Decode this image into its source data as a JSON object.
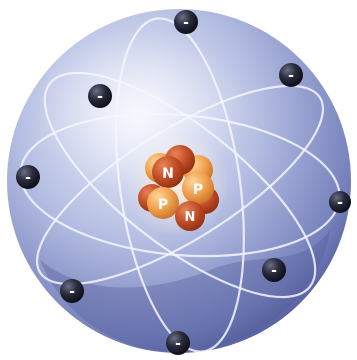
{
  "nucleus": {
    "particles": [
      {
        "symbol": "N",
        "kind": "neutron"
      },
      {
        "symbol": "P",
        "kind": "proton"
      },
      {
        "symbol": "P",
        "kind": "proton"
      },
      {
        "symbol": "N",
        "kind": "neutron"
      }
    ]
  },
  "electrons": [
    {
      "symbol": "-"
    },
    {
      "symbol": "-"
    },
    {
      "symbol": "-"
    },
    {
      "symbol": "-"
    },
    {
      "symbol": "-"
    },
    {
      "symbol": "-"
    },
    {
      "symbol": "-"
    },
    {
      "symbol": "-"
    }
  ],
  "colors": {
    "sphere_light": "#e6eaf8",
    "sphere_mid": "#a9b3dc",
    "sphere_dark": "#5c67a3",
    "orbit": "#f4f6ff",
    "electron": "#1e1f2c",
    "proton": "#f3a652",
    "neutron": "#c8552b",
    "particle_label": "#ffffff"
  }
}
